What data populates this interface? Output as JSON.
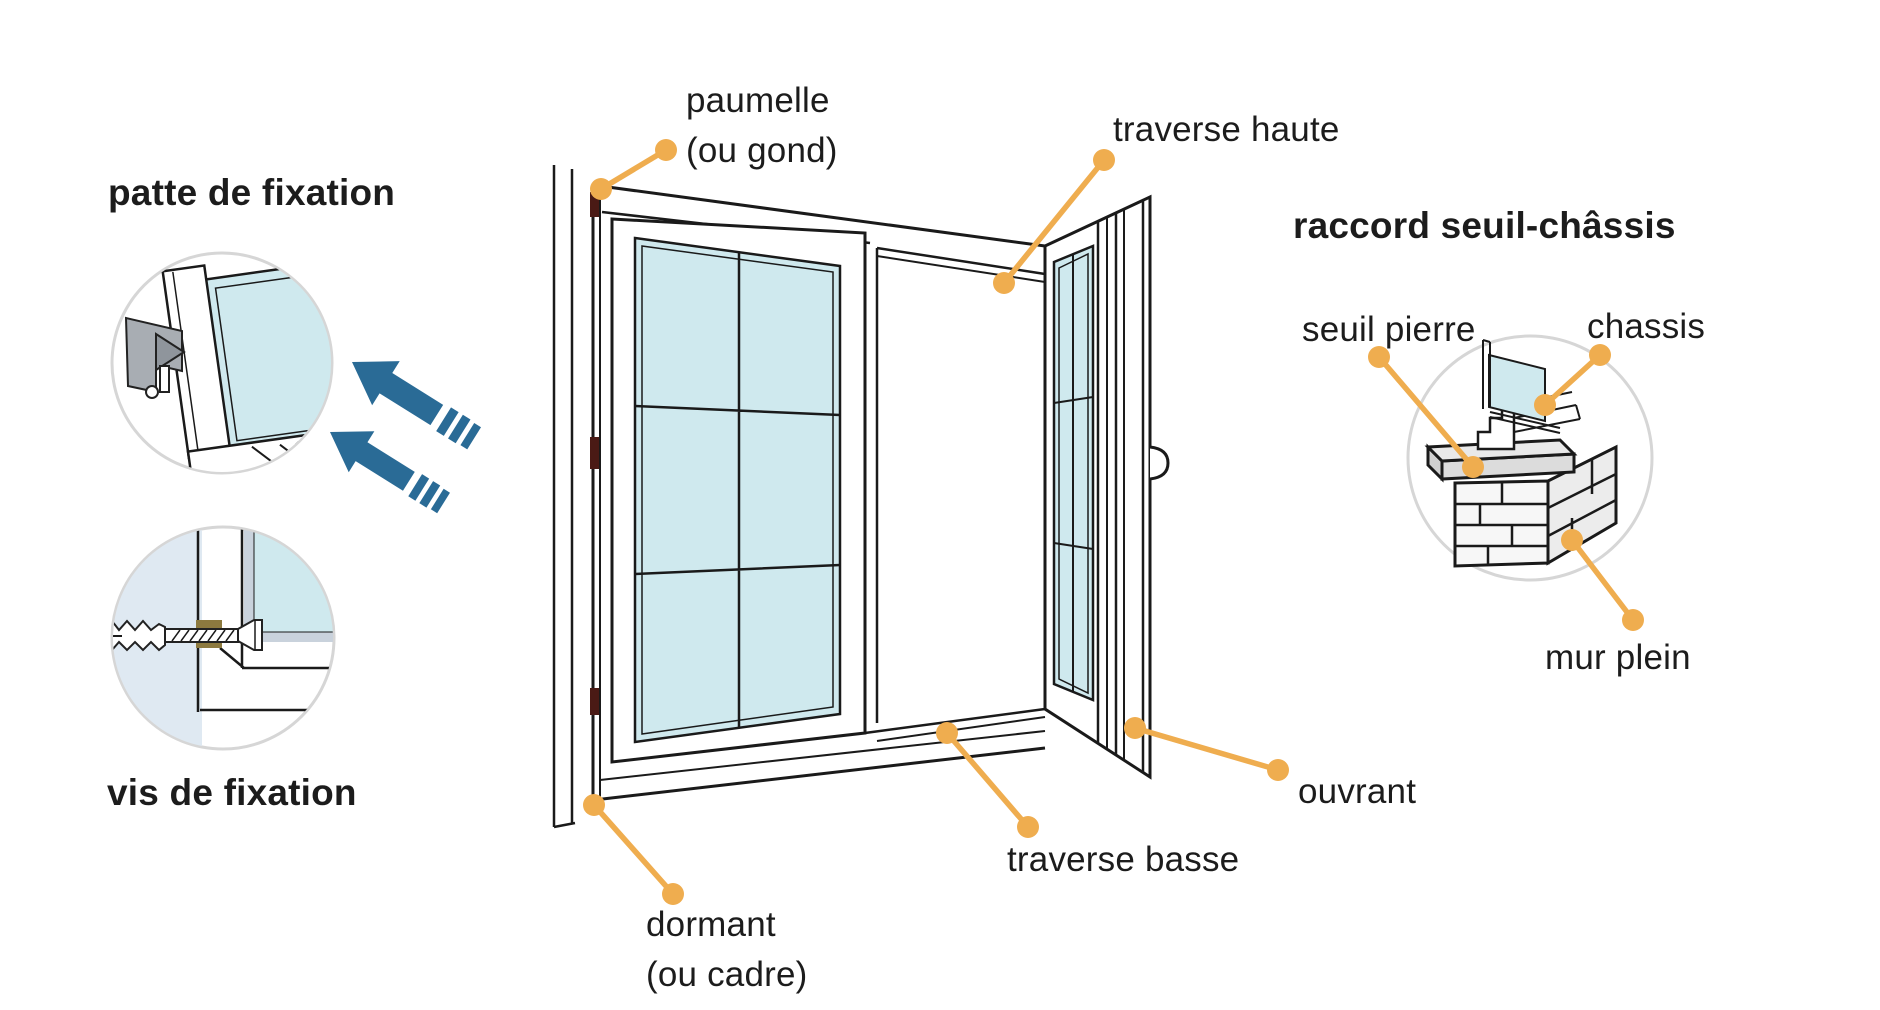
{
  "figure": {
    "type": "window-installation-diagram",
    "language": "fr",
    "labels": {
      "paumelle_line1": "paumelle",
      "paumelle_line2": "(ou gond)",
      "traverse_haute": "traverse haute",
      "patte_title": "patte de fixation",
      "vis_title": "vis de fixation",
      "raccord_title": "raccord seuil-châssis",
      "seuil_pierre": "seuil pierre",
      "chassis": "chassis",
      "mur_plein": "mur plein",
      "ouvrant": "ouvrant",
      "traverse_basse": "traverse basse",
      "dormant_line1": "dormant",
      "dormant_line2": "(ou cadre)"
    }
  },
  "colors": {
    "leader": "#efad4f",
    "arrow": "#2a6b96",
    "glass": "#cfe9ee",
    "outline": "#1a1a1a",
    "circle_border": "#d6d6d6",
    "hinge": "#4a1a15",
    "wall_blue": "#dfe9f2",
    "glass_shadow": "#c9d2dc",
    "plug_square": "#8d7a3f",
    "brick_front": "#f7f7f7",
    "brick_side": "#ececec",
    "sill": "#e9e9e9",
    "bracket": "#a8adb3",
    "text": "#1c1c1c"
  }
}
